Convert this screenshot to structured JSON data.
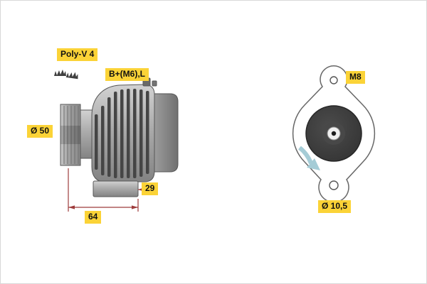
{
  "diagram": {
    "kind": "alternator-technical-drawing",
    "side_view": {
      "belt_label": "Poly-V 4",
      "terminal_label": "B+(M6),L",
      "pulley_diameter_label": "Ø 50",
      "foot_dimension_label": "29",
      "overall_length_label": "64"
    },
    "rear_view": {
      "thread_label": "M8",
      "mount_hole_diameter_label": "Ø 10,5"
    },
    "colors": {
      "label_background": "#fbd337",
      "dimension_line": "#9e3b3b",
      "rotation_arrow": "#a5ccd6",
      "outline": "#676767",
      "body_light": "#d2d2d2",
      "body_dark": "#838383",
      "disc": "#3d3d3d"
    }
  }
}
